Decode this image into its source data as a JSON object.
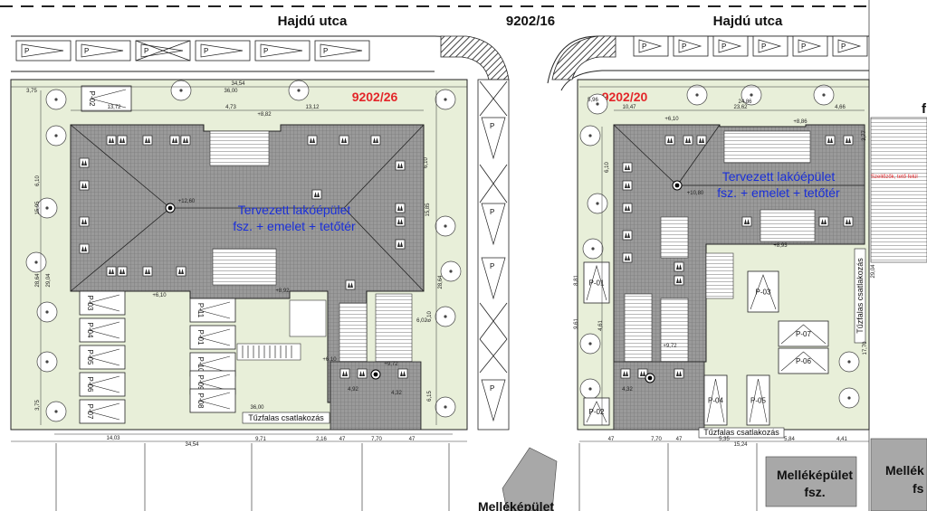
{
  "streets": {
    "top_left": "Hajdú utca",
    "top_center": "9202/16",
    "top_right": "Hajdú utca"
  },
  "lots": {
    "left_id": "9202/26",
    "right_id": "9202/20"
  },
  "buildings": {
    "left_line1": "Tervezett lakóépület",
    "left_line2": "fsz. + emelet + tetőtér",
    "right_line1": "Tervezett lakóépület",
    "right_line2": "fsz. + emelet + tetőtér"
  },
  "firewall": {
    "left": "Tűzfalas csatlakozás",
    "right": "Tűzfalas csatlakozás",
    "right_vertical": "Tűzfalas csatlakozás"
  },
  "annexes": {
    "bottom_left": "Melléképület",
    "center_line1": "Melléképület",
    "center_line2": "fsz.",
    "right_line1": "Mellék",
    "right_line2": "fs"
  },
  "top_right_cut": "f",
  "parking": {
    "street_left": [
      "P",
      "P",
      "P",
      "P",
      "P",
      "P",
      "P"
    ],
    "street_right": [
      "P",
      "P",
      "P",
      "P",
      "P",
      "P"
    ],
    "right_column": [
      "P",
      "P",
      "P",
      "P"
    ],
    "left_lot": [
      "P-03",
      "P-04",
      "P-05",
      "P-06",
      "P-07",
      "P-11",
      "P-01",
      "P-10",
      "P-09",
      "P-08",
      "P-02"
    ],
    "right_lot": [
      "P-01",
      "P-02",
      "P-03",
      "P-07",
      "P-06",
      "P-05",
      "P-04"
    ]
  },
  "levels": {
    "left": [
      "+12,60",
      "+8,82",
      "+8,92",
      "+6,10",
      "+6,10",
      "+9,72"
    ],
    "right": [
      "+10,80",
      "+8,86",
      "+8,93",
      "+6,10",
      "+9,72"
    ]
  },
  "dimensions": {
    "left_top": [
      "3,75",
      "36,00",
      "34,54",
      "13,72",
      "13,12",
      "4,73"
    ],
    "left_bottom": [
      "14,03",
      "34,54",
      "9,71",
      "2,16",
      "47",
      "7,70",
      "47",
      "36,00"
    ],
    "left_side": [
      "28,64",
      "29,04",
      "6,10",
      "15,95",
      "3,75"
    ],
    "left_right_side": [
      "6,10",
      "15,85",
      "28,64",
      "6,10",
      "6,15"
    ],
    "right_top": [
      "5,96",
      "10,47",
      "24,86",
      "23,62",
      "4,66"
    ],
    "right_bottom": [
      "47",
      "7,70",
      "47",
      "5,35",
      "15,24",
      "5,84",
      "4,41"
    ],
    "right_side": [
      "8,81",
      "9,61",
      "4,61",
      "6,10",
      "17,70",
      "29,04",
      "3,77"
    ],
    "right_mini": [
      "4,92",
      "6,02",
      "4,32",
      "4,32"
    ]
  },
  "right_edge_note": "Szellőzők, tető felül",
  "colors": {
    "grass": "#e8efd9",
    "roof": "#8a8a8a",
    "label_blue": "#1a2fd8",
    "label_red": "#e3262a",
    "annex_gray": "#a8a8a8"
  }
}
